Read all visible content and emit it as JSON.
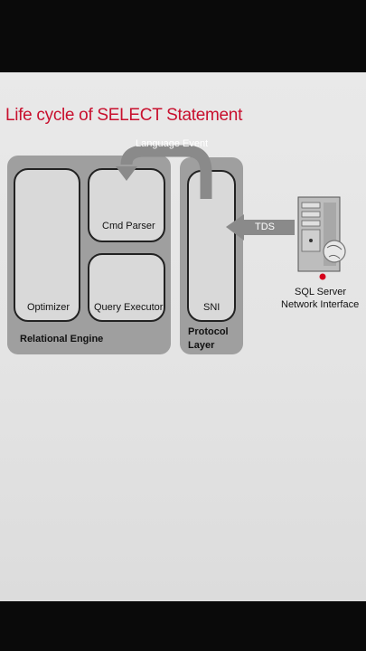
{
  "title": "Life cycle of SELECT Statement",
  "diagram": {
    "language_event": "Language Event",
    "tds": "TDS",
    "relational_engine": {
      "label": "Relational Engine",
      "components": {
        "optimizer": "Optimizer",
        "cmd_parser": "Cmd Parser",
        "query_executor": "Query Executor"
      }
    },
    "protocol_layer": {
      "label_line1": "Protocol",
      "label_line2": "Layer",
      "component": "SNI"
    },
    "server": {
      "icon": "server-icon",
      "label_line1": "SQL Server",
      "label_line2": "Network Interface"
    }
  },
  "colors": {
    "title": "#c8102e",
    "panel": "#9f9f9f",
    "box": "#d9d9d9",
    "arrow": "#8a8a8a"
  }
}
